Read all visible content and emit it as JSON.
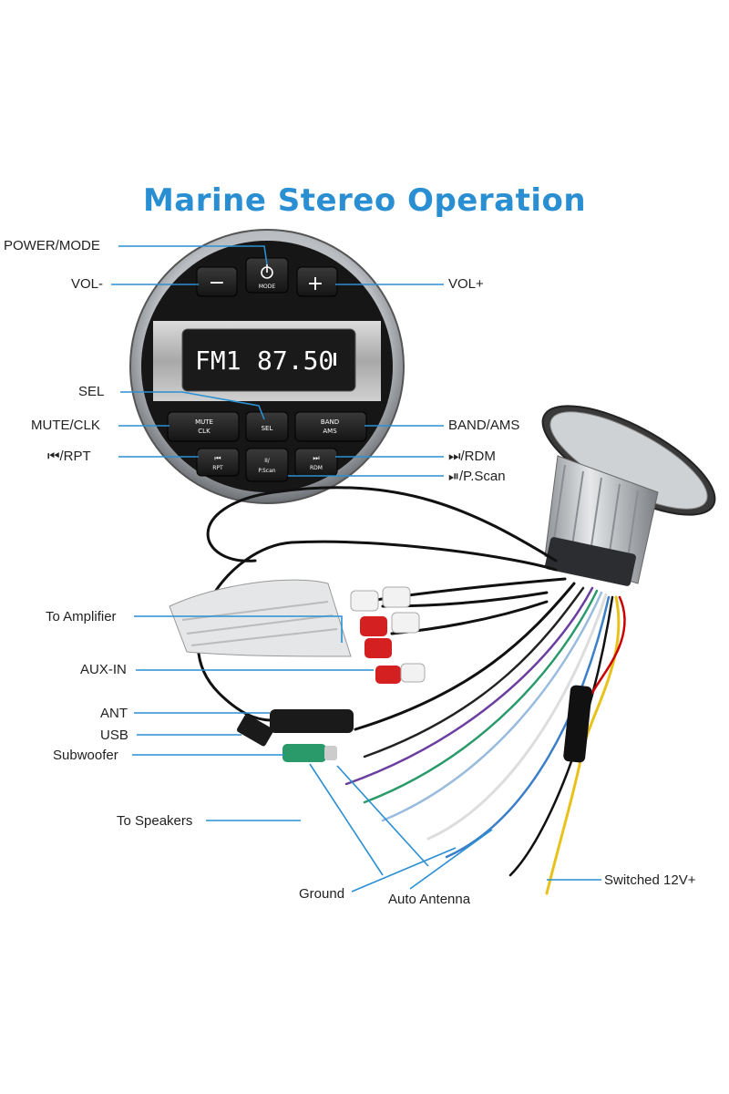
{
  "title": "Marine Stereo Operation",
  "display": {
    "band": "FM1",
    "freq": "87.50"
  },
  "faceplate": {
    "mode_key": "MODE",
    "mute_key": [
      "MUTE",
      "CLK"
    ],
    "sel_key": "SEL",
    "band_key": [
      "BAND",
      "AMS"
    ],
    "rpt_key": "RPT",
    "rdm_key": "RDM",
    "pscan_key": [
      "II/",
      "P.Scan"
    ]
  },
  "labels": {
    "power_mode": "POWER/MODE",
    "vol_minus": "VOL-",
    "vol_plus": "VOL+",
    "sel": "SEL",
    "mute_clk": "MUTE/CLK",
    "band_ams": "BAND/AMS",
    "prev_rpt": "⏮/RPT",
    "next_rdm": "⏭/RDM",
    "play_pscan": "⏯/P.Scan",
    "to_amplifier": "To Amplifier",
    "aux_in": "AUX-IN",
    "ant": "ANT",
    "usb": "USB",
    "subwoofer": "Subwoofer",
    "to_speakers": "To Speakers",
    "ground": "Ground",
    "auto_antenna": "Auto Antenna",
    "switched_12v": "Switched 12V+"
  },
  "colors": {
    "title": "#2a8fd2",
    "leader": "#2a8fd2",
    "lcd_text": "#ffffff",
    "wire_purple": "#6b3fa0",
    "wire_green": "#2a9a6a",
    "wire_yellow": "#e8c21a",
    "wire_blue": "#3a7fc8",
    "rca_red": "#d42020"
  }
}
